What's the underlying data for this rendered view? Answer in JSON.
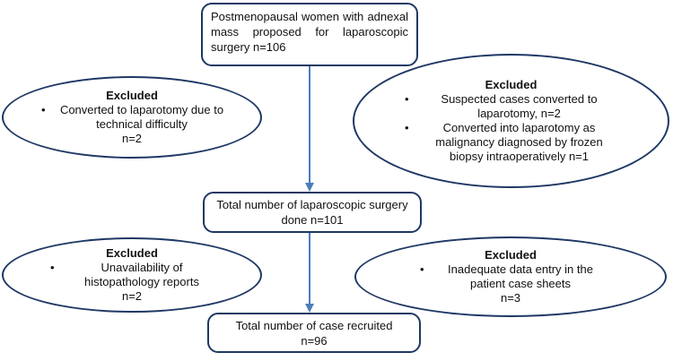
{
  "start_box": {
    "text": "Postmenopausal women with adnexal mass proposed for laparoscopic surgery n=106"
  },
  "excluded_left_1": {
    "title": "Excluded",
    "items": [
      "Converted to laparotomy due to technical difficulty"
    ],
    "count": "n=2"
  },
  "excluded_right_1": {
    "title": "Excluded",
    "items": [
      "Suspected cases converted to laparotomy, n=2",
      "Converted into laparotomy as malignancy diagnosed by frozen biopsy intraoperatively n=1"
    ]
  },
  "mid_box": {
    "text": "Total number of laparoscopic surgery done n=101"
  },
  "excluded_left_2": {
    "title": "Excluded",
    "items": [
      "Unavailability of histopathology reports"
    ],
    "count": "n=2"
  },
  "excluded_right_2": {
    "title": "Excluded",
    "items": [
      "Inadequate data entry in the patient case sheets"
    ],
    "count": "n=3"
  },
  "end_box": {
    "line1": "Total number of case recruited",
    "line2": "n=96"
  },
  "colors": {
    "border": "#1f3864",
    "arrow": "#4a7ebb"
  }
}
